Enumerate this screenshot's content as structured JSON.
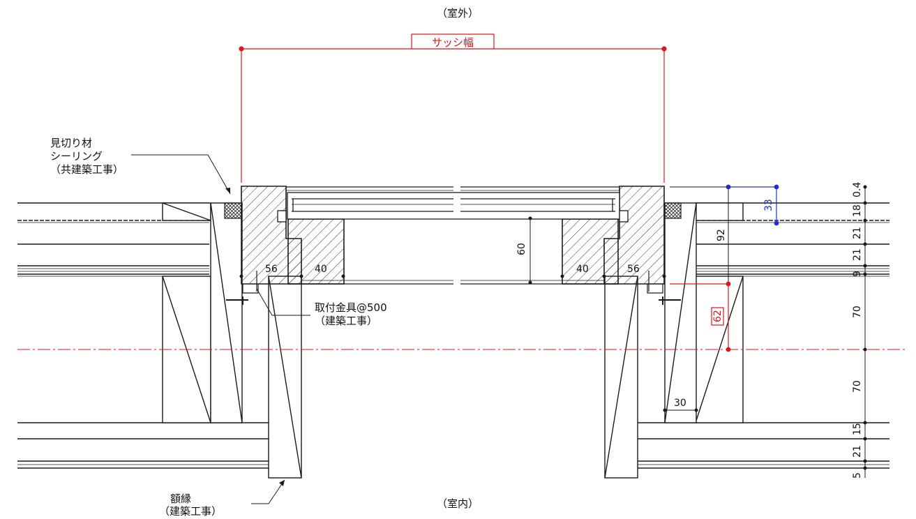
{
  "labels": {
    "outdoor": "（室外）",
    "indoor": "（室内）",
    "sash_width": "サッシ幅",
    "mikiri_line1": "見切り材",
    "mikiri_line2": "シーリング",
    "mikiri_line3": "（共建築工事）",
    "bracket_line1": "取付金具@500",
    "bracket_line2": "（建築工事）",
    "frame_line1": "額縁",
    "frame_line2": "（建築工事）"
  },
  "dimensions": {
    "left_56": "56",
    "left_40": "40",
    "right_40": "40",
    "right_56": "56",
    "center_60": "60",
    "right_30": "30",
    "blue_33": "33",
    "red_62": "62",
    "depth_92": "92",
    "stack": [
      "0.4",
      "18",
      "21",
      "9",
      "21",
      "70",
      "70",
      "15",
      "21",
      "5"
    ]
  },
  "colors": {
    "line": "#1a1a1a",
    "red": "#e0141e",
    "blue": "#1e2dd2",
    "hatch": "#222222"
  }
}
